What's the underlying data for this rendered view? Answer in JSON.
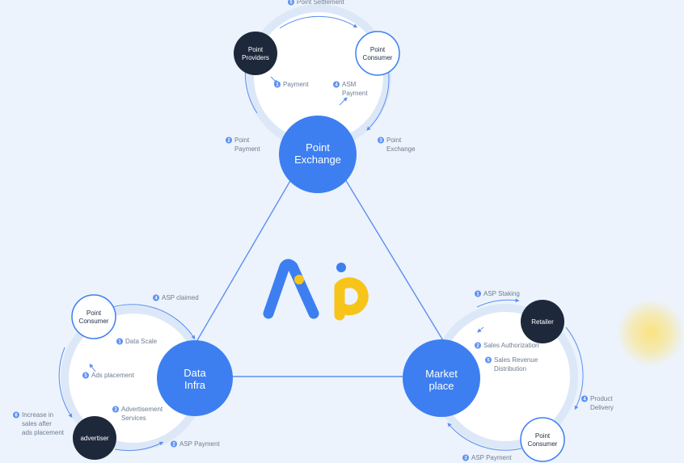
{
  "colors": {
    "background": "#ECF3FC",
    "hub_blue": "#3D7FF0",
    "dark_node": "#1E283B",
    "accent_line": "#5C8FF2",
    "logo_yellow": "#F7C51A",
    "label_grey": "#6E7C91"
  },
  "logo": {
    "text": "AP",
    "icon": "asp-logo-icon"
  },
  "hubs": {
    "point_exchange": [
      "Point",
      "Exchange"
    ],
    "data_infra": [
      "Data",
      "Infra"
    ],
    "marketplace": [
      "Market",
      "place"
    ]
  },
  "nodes": {
    "top_providers": [
      "Point",
      "Providers"
    ],
    "top_consumer": [
      "Point",
      "Consumer"
    ],
    "left_consumer": [
      "Point",
      "Consumer"
    ],
    "left_advertiser": [
      "advertiser"
    ],
    "right_retailer": [
      "Retailer"
    ],
    "right_consumer": [
      "Point",
      "Consumer"
    ]
  },
  "steps": {
    "top": [
      {
        "num": "5",
        "lines": [
          "Point Settlement"
        ]
      },
      {
        "num": "1",
        "lines": [
          "Payment"
        ]
      },
      {
        "num": "4",
        "lines": [
          "ASM",
          "Payment"
        ]
      },
      {
        "num": "2",
        "lines": [
          "Point",
          "Payment"
        ]
      },
      {
        "num": "3",
        "lines": [
          "Point",
          "Exchange"
        ]
      }
    ],
    "left": [
      {
        "num": "4",
        "lines": [
          "ASP claimed"
        ]
      },
      {
        "num": "1",
        "lines": [
          "Data Scale"
        ]
      },
      {
        "num": "5",
        "lines": [
          "Ads placement"
        ]
      },
      {
        "num": "3",
        "lines": [
          "Advertisement",
          "Services"
        ]
      },
      {
        "num": "2",
        "lines": [
          "ASP Payment"
        ]
      },
      {
        "num": "6",
        "lines": [
          "Increase in",
          "sales after",
          "ads placement"
        ]
      }
    ],
    "right": [
      {
        "num": "1",
        "lines": [
          "ASP Staking"
        ]
      },
      {
        "num": "2",
        "lines": [
          "Sales Authorization"
        ]
      },
      {
        "num": "5",
        "lines": [
          "Sales Revenue",
          "Distribution"
        ]
      },
      {
        "num": "4",
        "lines": [
          "Product",
          "Delivery"
        ]
      },
      {
        "num": "3",
        "lines": [
          "ASP Payment"
        ]
      }
    ]
  }
}
